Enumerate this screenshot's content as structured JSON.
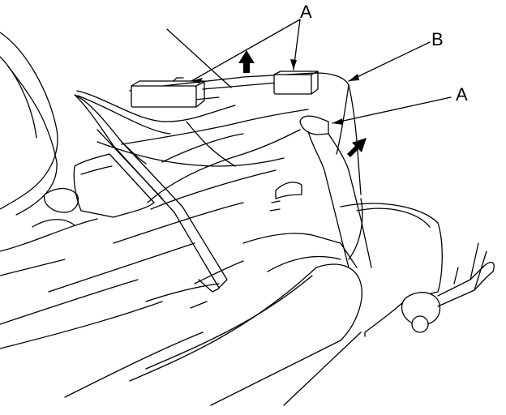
{
  "callouts": {
    "a_top": "A",
    "b": "B",
    "a_right": "A"
  },
  "colors": {
    "ink": "#000000",
    "paper": "#ffffff"
  }
}
